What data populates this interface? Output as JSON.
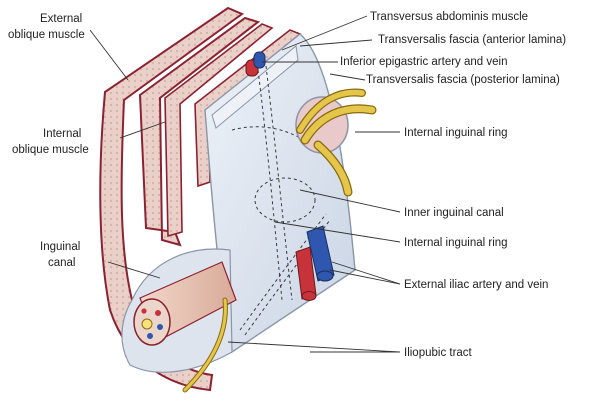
{
  "figure": {
    "labels": {
      "external_oblique": [
        "External",
        "oblique muscle"
      ],
      "internal_oblique": [
        "Internal",
        "oblique muscle"
      ],
      "inguinal_canal": [
        "Inguinal",
        "canal"
      ],
      "transversus_abdominis": "Transversus abdominis muscle",
      "transversalis_fascia_anterior": "Transversalis  fascia (anterior lamina)",
      "inferior_epigastric": "Inferior epigastric artery and vein",
      "transversalis_fascia_posterior": "Transversalis fascia (posterior lamina)",
      "internal_inguinal_ring_upper": "Internal inguinal ring",
      "inner_inguinal_canal": "Inner inguinal canal",
      "internal_inguinal_ring_lower": "Internal inguinal ring",
      "external_iliac": "External iliac artery and vein",
      "iliopubic_tract": "Iliopubic tract"
    },
    "colors": {
      "muscle": "#e8cfc8",
      "muscle_border": "#8b2232",
      "fascia": "#dfe6f0",
      "fascia_shadow": "#c4cfdf",
      "artery": "#c8323a",
      "vein": "#2f57b0",
      "cord": "#e4c64a",
      "cord_outline": "#8a6a10",
      "label_text": "#222222",
      "leader_line": "#333333"
    }
  }
}
